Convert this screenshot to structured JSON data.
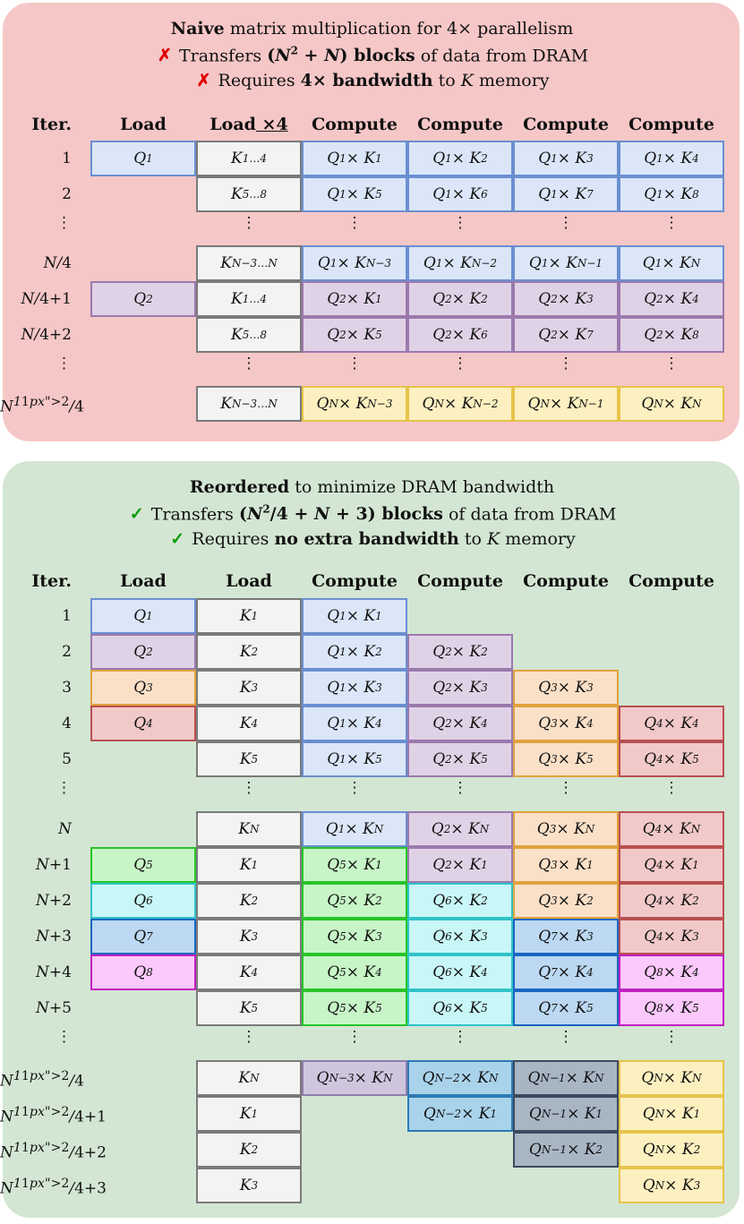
{
  "top": {
    "headline": {
      "bold": "Naive",
      "rest": " matrix multiplication for 4× parallelism"
    },
    "bullets": [
      {
        "mark": "✗",
        "pre": "Transfers ",
        "bold": "(N² + N) blocks",
        "post": " of data from DRAM"
      },
      {
        "mark": "✗",
        "pre": "Requires ",
        "bold": "4× bandwidth",
        "post": " to K memory"
      }
    ],
    "headers": [
      "Iter.",
      "Load",
      "Load",
      "Compute",
      "Compute",
      "Compute",
      "Compute"
    ],
    "load_multiplier": "×4",
    "rows": [
      {
        "iter": "1",
        "q": "Q1",
        "k": "K1…4",
        "c": [
          "Q1 × K1",
          "Q1 × K2",
          "Q1 × K3",
          "Q1 × K4"
        ]
      },
      {
        "iter": "2",
        "q": "",
        "k": "K5…8",
        "c": [
          "Q1 × K5",
          "Q1 × K6",
          "Q1 × K7",
          "Q1 × K8"
        ]
      },
      {
        "iter": "⋮",
        "q": "",
        "k": "⋮",
        "c": [
          "⋮",
          "⋮",
          "⋮",
          "⋮"
        ]
      },
      {
        "iter": "N/4",
        "q": "",
        "k": "KN−3…N",
        "c": [
          "Q1 × KN−3",
          "Q1 × KN−2",
          "Q1 × KN−1",
          "Q1 × KN"
        ]
      },
      {
        "iter": "N/4+1",
        "q": "Q2",
        "k": "K1…4",
        "c": [
          "Q2 × K1",
          "Q2 × K2",
          "Q2 × K3",
          "Q2 × K4"
        ]
      },
      {
        "iter": "N/4+2",
        "q": "",
        "k": "K5…8",
        "c": [
          "Q2 × K5",
          "Q2 × K6",
          "Q2 × K7",
          "Q2 × K8"
        ]
      },
      {
        "iter": "⋮",
        "q": "",
        "k": "⋮",
        "c": [
          "⋮",
          "⋮",
          "⋮",
          "⋮"
        ]
      },
      {
        "iter": "N²/4",
        "q": "",
        "k": "KN−3…N",
        "c": [
          "QN × KN−3",
          "QN × KN−2",
          "QN × KN−1",
          "QN × KN"
        ]
      }
    ]
  },
  "bottom": {
    "headline": {
      "bold": "Reordered",
      "rest": " to minimize DRAM bandwidth"
    },
    "bullets": [
      {
        "mark": "✓",
        "pre": "Transfers ",
        "bold": "(N²/4 + N + 3) blocks",
        "post": " of data from DRAM"
      },
      {
        "mark": "✓",
        "pre": "Requires ",
        "bold": "no extra bandwidth",
        "post": " to K memory"
      }
    ],
    "headers": [
      "Iter.",
      "Load",
      "Load",
      "Compute",
      "Compute",
      "Compute",
      "Compute"
    ],
    "rows": [
      {
        "iter": "1",
        "q": "Q1",
        "k": "K1",
        "c": [
          "Q1 × K1",
          "",
          "",
          ""
        ]
      },
      {
        "iter": "2",
        "q": "Q2",
        "k": "K2",
        "c": [
          "Q1 × K2",
          "Q2 × K2",
          "",
          ""
        ]
      },
      {
        "iter": "3",
        "q": "Q3",
        "k": "K3",
        "c": [
          "Q1 × K3",
          "Q2 × K3",
          "Q3 × K3",
          ""
        ]
      },
      {
        "iter": "4",
        "q": "Q4",
        "k": "K4",
        "c": [
          "Q1 × K4",
          "Q2 × K4",
          "Q3 × K4",
          "Q4 × K4"
        ]
      },
      {
        "iter": "5",
        "q": "",
        "k": "K5",
        "c": [
          "Q1 × K5",
          "Q2 × K5",
          "Q3 × K5",
          "Q4 × K5"
        ]
      },
      {
        "iter": "⋮",
        "q": "",
        "k": "⋮",
        "c": [
          "⋮",
          "⋮",
          "⋮",
          "⋮"
        ]
      },
      {
        "iter": "N",
        "q": "",
        "k": "KN",
        "c": [
          "Q1 × KN",
          "Q2 × KN",
          "Q3 × KN",
          "Q4 × KN"
        ]
      },
      {
        "iter": "N+1",
        "q": "Q5",
        "k": "K1",
        "c": [
          "Q5 × K1",
          "Q2 × K1",
          "Q3 × K1",
          "Q4 × K1"
        ]
      },
      {
        "iter": "N+2",
        "q": "Q6",
        "k": "K2",
        "c": [
          "Q5 × K2",
          "Q6 × K2",
          "Q3 × K2",
          "Q4 × K2"
        ]
      },
      {
        "iter": "N+3",
        "q": "Q7",
        "k": "K3",
        "c": [
          "Q5 × K3",
          "Q6 × K3",
          "Q7 × K3",
          "Q4 × K3"
        ]
      },
      {
        "iter": "N+4",
        "q": "Q8",
        "k": "K4",
        "c": [
          "Q5 × K4",
          "Q6 × K4",
          "Q7 × K4",
          "Q8 × K4"
        ]
      },
      {
        "iter": "N+5",
        "q": "",
        "k": "K5",
        "c": [
          "Q5 × K5",
          "Q6 × K5",
          "Q7 × K5",
          "Q8 × K5"
        ]
      },
      {
        "iter": "⋮",
        "q": "",
        "k": "⋮",
        "c": [
          "⋮",
          "⋮",
          "⋮",
          "⋮"
        ]
      },
      {
        "iter": "N²/4",
        "q": "",
        "k": "KN",
        "c": [
          "QN−3 × KN",
          "QN−2 × KN",
          "QN−1 × KN",
          "QN × KN"
        ]
      },
      {
        "iter": "N²/4+1",
        "q": "",
        "k": "K1",
        "c": [
          "",
          "QN−2 × K1",
          "QN−1 × K1",
          "QN × K1"
        ]
      },
      {
        "iter": "N²/4+2",
        "q": "",
        "k": "K2",
        "c": [
          "",
          "",
          "QN−1 × K2",
          "QN × K2"
        ]
      },
      {
        "iter": "N²/4+3",
        "q": "",
        "k": "K3",
        "c": [
          "",
          "",
          "",
          "QN × K3"
        ]
      }
    ]
  },
  "colors": {
    "Q1": {
      "fill": "#dbe6f8",
      "border": "#6a8fd0"
    },
    "Q2": {
      "fill": "#e0d2e6",
      "border": "#9b79ad"
    },
    "Q3": {
      "fill": "#fbe0c8",
      "border": "#e0a23e"
    },
    "Q4": {
      "fill": "#f2c9c9",
      "border": "#b85050"
    },
    "Q5": {
      "fill": "#c7f5c7",
      "border": "#28c428"
    },
    "Q6": {
      "fill": "#c9f7f8",
      "border": "#30c3c8"
    },
    "Q7": {
      "fill": "#bcd8f2",
      "border": "#1a66c0"
    },
    "Q8": {
      "fill": "#fbc9fb",
      "border": "#c020c0"
    },
    "QN-3": {
      "fill": "#cfc6de",
      "border": "#8e7eaa"
    },
    "QN-2": {
      "fill": "#a9d3ea",
      "border": "#2c7bb3"
    },
    "QN-1": {
      "fill": "#a8b6c4",
      "border": "#3a4b60"
    },
    "QN": {
      "fill": "#fdf0c0",
      "border": "#e6c34a"
    },
    "K": {
      "fill": "#f3f3f3",
      "border": "#7a7a7a"
    }
  }
}
